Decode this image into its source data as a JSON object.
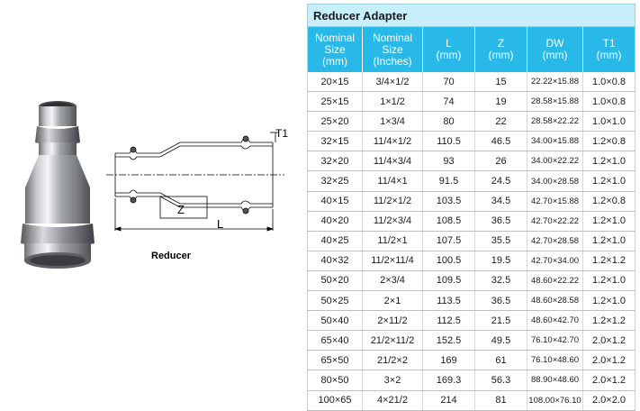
{
  "drawing": {
    "caption": "Reducer",
    "label_t1": "T1",
    "label_z": "Z",
    "label_l": "L"
  },
  "table": {
    "title": "Reducer Adapter",
    "headers": [
      [
        "Nominal",
        "Size",
        "(mm)"
      ],
      [
        "Nominal",
        "Size",
        "(Inches)"
      ],
      [
        "L",
        "(mm)"
      ],
      [
        "Z",
        "(mm)"
      ],
      [
        "DW",
        "(mm)"
      ],
      [
        "T1",
        "(mm)"
      ]
    ],
    "rows": [
      [
        "20×15",
        "3/4×1/2",
        "70",
        "15",
        "22.22×15.88",
        "1.0×0.8"
      ],
      [
        "25×15",
        "1×1/2",
        "74",
        "19",
        "28.58×15.88",
        "1.0×0.8"
      ],
      [
        "25×20",
        "1×3/4",
        "80",
        "22",
        "28.58×22.22",
        "1.0×1.0"
      ],
      [
        "32×15",
        "11/4×1/2",
        "110.5",
        "46.5",
        "34.00×15.88",
        "1.2×0.8"
      ],
      [
        "32×20",
        "11/4×3/4",
        "93",
        "26",
        "34.00×22.22",
        "1.2×1.0"
      ],
      [
        "32×25",
        "11/4×1",
        "91.5",
        "24.5",
        "34.00×28.58",
        "1.2×1.0"
      ],
      [
        "40×15",
        "11/2×1/2",
        "103.5",
        "34.5",
        "42.70×15.88",
        "1.2×0.8"
      ],
      [
        "40×20",
        "11/2×3/4",
        "108.5",
        "36.5",
        "42.70×22.22",
        "1.2×1.0"
      ],
      [
        "40×25",
        "11/2×1",
        "107.5",
        "35.5",
        "42.70×28.58",
        "1.2×1.0"
      ],
      [
        "40×32",
        "11/2×11/4",
        "100.5",
        "19.5",
        "42.70×34.00",
        "1.2×1.2"
      ],
      [
        "50×20",
        "2×3/4",
        "109.5",
        "32.5",
        "48.60×22.22",
        "1.2×1.0"
      ],
      [
        "50×25",
        "2×1",
        "113.5",
        "36.5",
        "48.60×28.58",
        "1.2×1.0"
      ],
      [
        "50×40",
        "2×11/2",
        "112.5",
        "21.5",
        "48.60×42.70",
        "1.2×1.2"
      ],
      [
        "65×40",
        "21/2×11/2",
        "152.5",
        "49.5",
        "76.10×42.70",
        "2.0×1.2"
      ],
      [
        "65×50",
        "21/2×2",
        "169",
        "61",
        "76.10×48.60",
        "2.0×1.2"
      ],
      [
        "80×50",
        "3×2",
        "169.3",
        "56.3",
        "88.90×48.60",
        "2.0×1.2"
      ],
      [
        "100×65",
        "4×21/2",
        "214",
        "81",
        "108.00×76.10",
        "2.0×2.0"
      ]
    ]
  }
}
